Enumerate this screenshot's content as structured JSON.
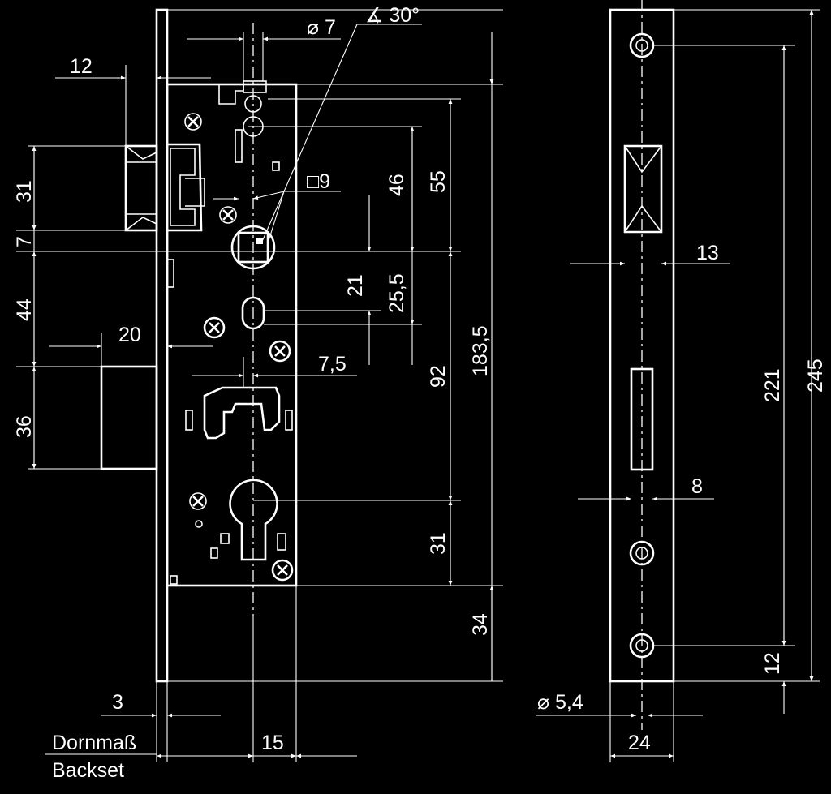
{
  "dimensions": {
    "d12": "12",
    "dia7": "⌀ 7",
    "angle30": "∡ 30°",
    "d31": "31",
    "d7": "7",
    "sq9": "□9",
    "d46": "46",
    "d55": "55",
    "d44": "44",
    "d21": "21",
    "d25_5": "25,5",
    "d20": "20",
    "d7_5": "7,5",
    "d36": "36",
    "d92": "92",
    "d183_5": "183,5",
    "d31b": "31",
    "d34": "34",
    "d3": "3",
    "d15": "15",
    "d13": "13",
    "d8": "8",
    "d221": "221",
    "d245": "245",
    "d12b": "12",
    "dia5_4": "⌀ 5,4",
    "d24": "24"
  },
  "labels": {
    "backset_de": "Dornmaß",
    "backset_en": "Backset"
  }
}
